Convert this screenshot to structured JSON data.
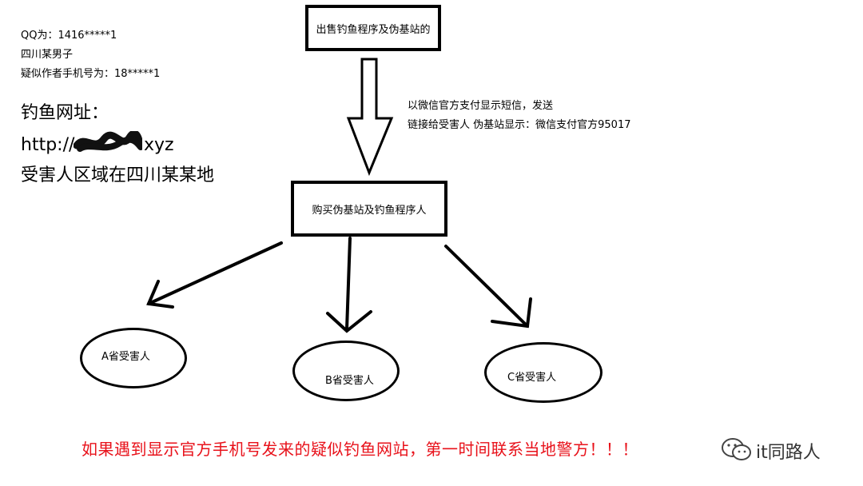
{
  "info": {
    "qq": "QQ为：1416*****1",
    "location": "四川某男子",
    "phone": "疑似作者手机号为：18*****1",
    "url_label": "钓鱼网址：",
    "url_value": "http://",
    "url_tail": "xyz",
    "victim_region": "受害人区域在四川某某地"
  },
  "diagram": {
    "seller_box": "出售钓鱼程序及伪基站的",
    "buyer_box": "购买伪基站及钓鱼程序人",
    "arrow_note_line1": "以微信官方支付显示短信，发送",
    "arrow_note_line2": "链接给受害人  伪基站显示：微信支付官方95017",
    "victims": [
      "A省受害人",
      "B省受害人",
      "C省受害人"
    ]
  },
  "warning": "如果遇到显示官方手机号发来的疑似钓鱼网站，第一时间联系当地警方！！！",
  "watermark": "it同路人",
  "colors": {
    "warning": "#e8111a",
    "ink": "#000000"
  }
}
